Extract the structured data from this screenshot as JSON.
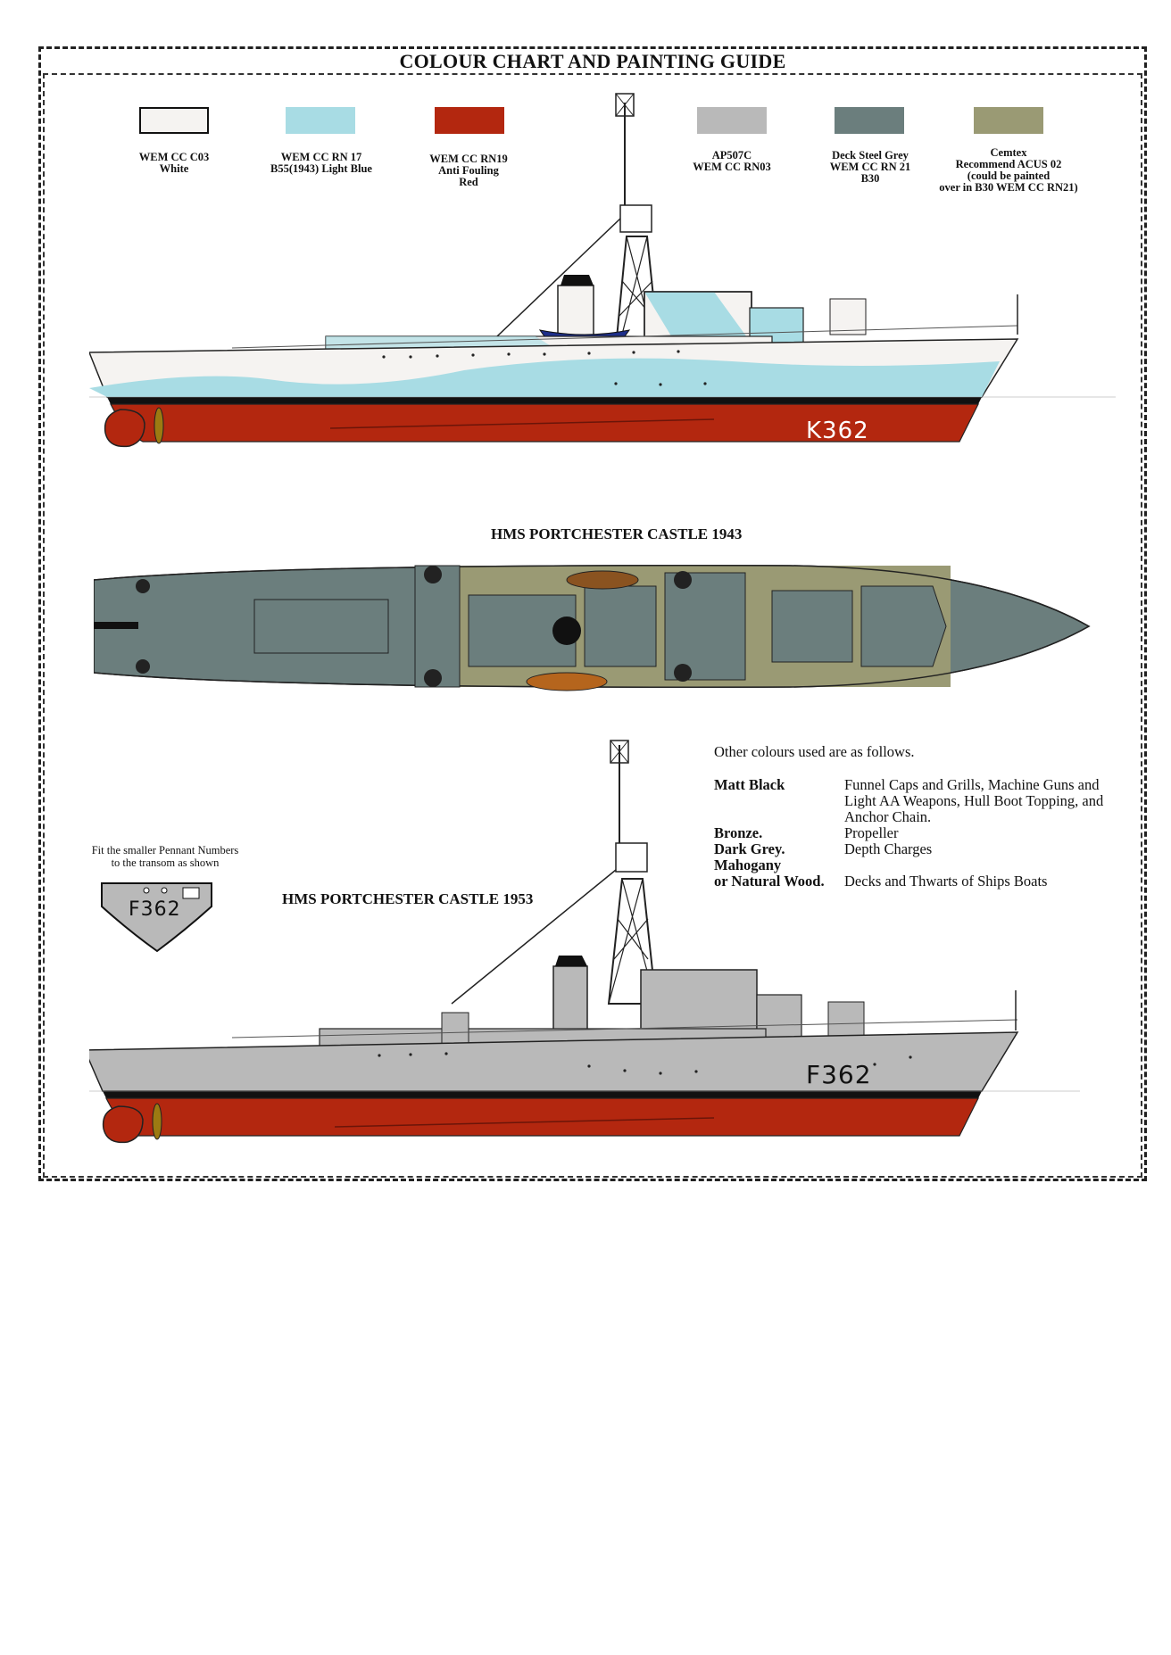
{
  "title": "COLOUR CHART AND PAINTING GUIDE",
  "swatches": [
    {
      "label": "WEM CC C03\nWhite",
      "color": "#f5f3f1"
    },
    {
      "label": "WEM CC RN 17\nB55(1943) Light Blue",
      "color": "#a8dce4"
    },
    {
      "label": "WEM CC RN19\nAnti Fouling\nRed",
      "color": "#b3270f"
    },
    {
      "label": "AP507C\nWEM CC RN03",
      "color": "#b9b9b9"
    },
    {
      "label": "Deck Steel Grey\nWEM CC RN 21\nB30",
      "color": "#6b7e7d"
    },
    {
      "label": "Cemtex\nRecommend ACUS 02\n(could be painted\nover in B30  WEM CC RN21)",
      "color": "#9a9a74"
    }
  ],
  "ships": {
    "ship1943": {
      "title": "HMS PORTCHESTER CASTLE 1943",
      "pennant": "K362"
    },
    "ship1953": {
      "title": "HMS PORTCHESTER CASTLE 1953",
      "pennant": "F362"
    }
  },
  "transom": {
    "note": "Fit the smaller Pennant Numbers\nto the transom as shown",
    "pennant": "F362"
  },
  "notes": {
    "intro": "Other colours used are as follows.",
    "items": [
      {
        "key": "Matt Black",
        "value": "Funnel Caps and Grills, Machine Guns and Light AA Weapons, Hull Boot Topping, and Anchor Chain."
      },
      {
        "key": "Bronze.",
        "value": "Propeller"
      },
      {
        "key": "Dark Grey.",
        "value": "Depth Charges"
      },
      {
        "key": "Mahogany",
        "value": ""
      },
      {
        "key": "or Natural Wood.",
        "value": "Decks and Thwarts of Ships Boats"
      }
    ]
  }
}
